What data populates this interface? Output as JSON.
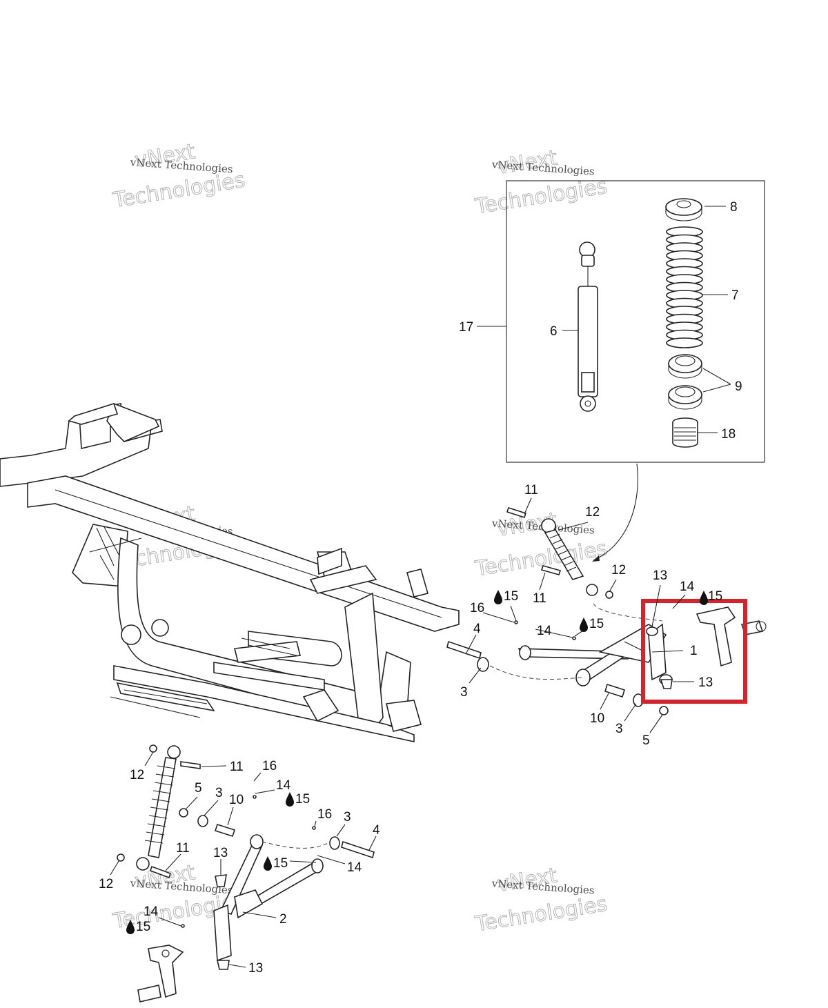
{
  "watermark": {
    "line1": "vNext Technologies",
    "line2": "vNext",
    "line3": "Technologies"
  },
  "callouts": {
    "c8": "8",
    "c7": "7",
    "c6": "6",
    "c17": "17",
    "c9": "9",
    "c18": "18",
    "c11a": "11",
    "c12a": "12",
    "c12b": "12",
    "c11b": "11",
    "c13a": "13",
    "c14a": "14",
    "c15a": "15",
    "c15b": "15",
    "c16a": "16",
    "c14b": "14",
    "c15c": "15",
    "c4a": "4",
    "c1": "1",
    "c3a": "3",
    "c13b": "13",
    "c10a": "10",
    "c3b": "3",
    "c5a": "5",
    "c12c": "12",
    "c11c": "11",
    "c16b": "16",
    "c14c": "14",
    "c15d": "15",
    "c5b": "5",
    "c3c": "3",
    "c10b": "10",
    "c16c": "16",
    "c3d": "3",
    "c4b": "4",
    "c11d": "11",
    "c13c": "13",
    "c15e": "15",
    "c14d": "14",
    "c12d": "12",
    "c2": "2",
    "c14e": "14",
    "c15f": "15",
    "c13d": "13"
  },
  "colors": {
    "highlight": "#d9232a",
    "line": "#222222"
  },
  "icons": {
    "lubricant": "oil-drop-icon"
  }
}
